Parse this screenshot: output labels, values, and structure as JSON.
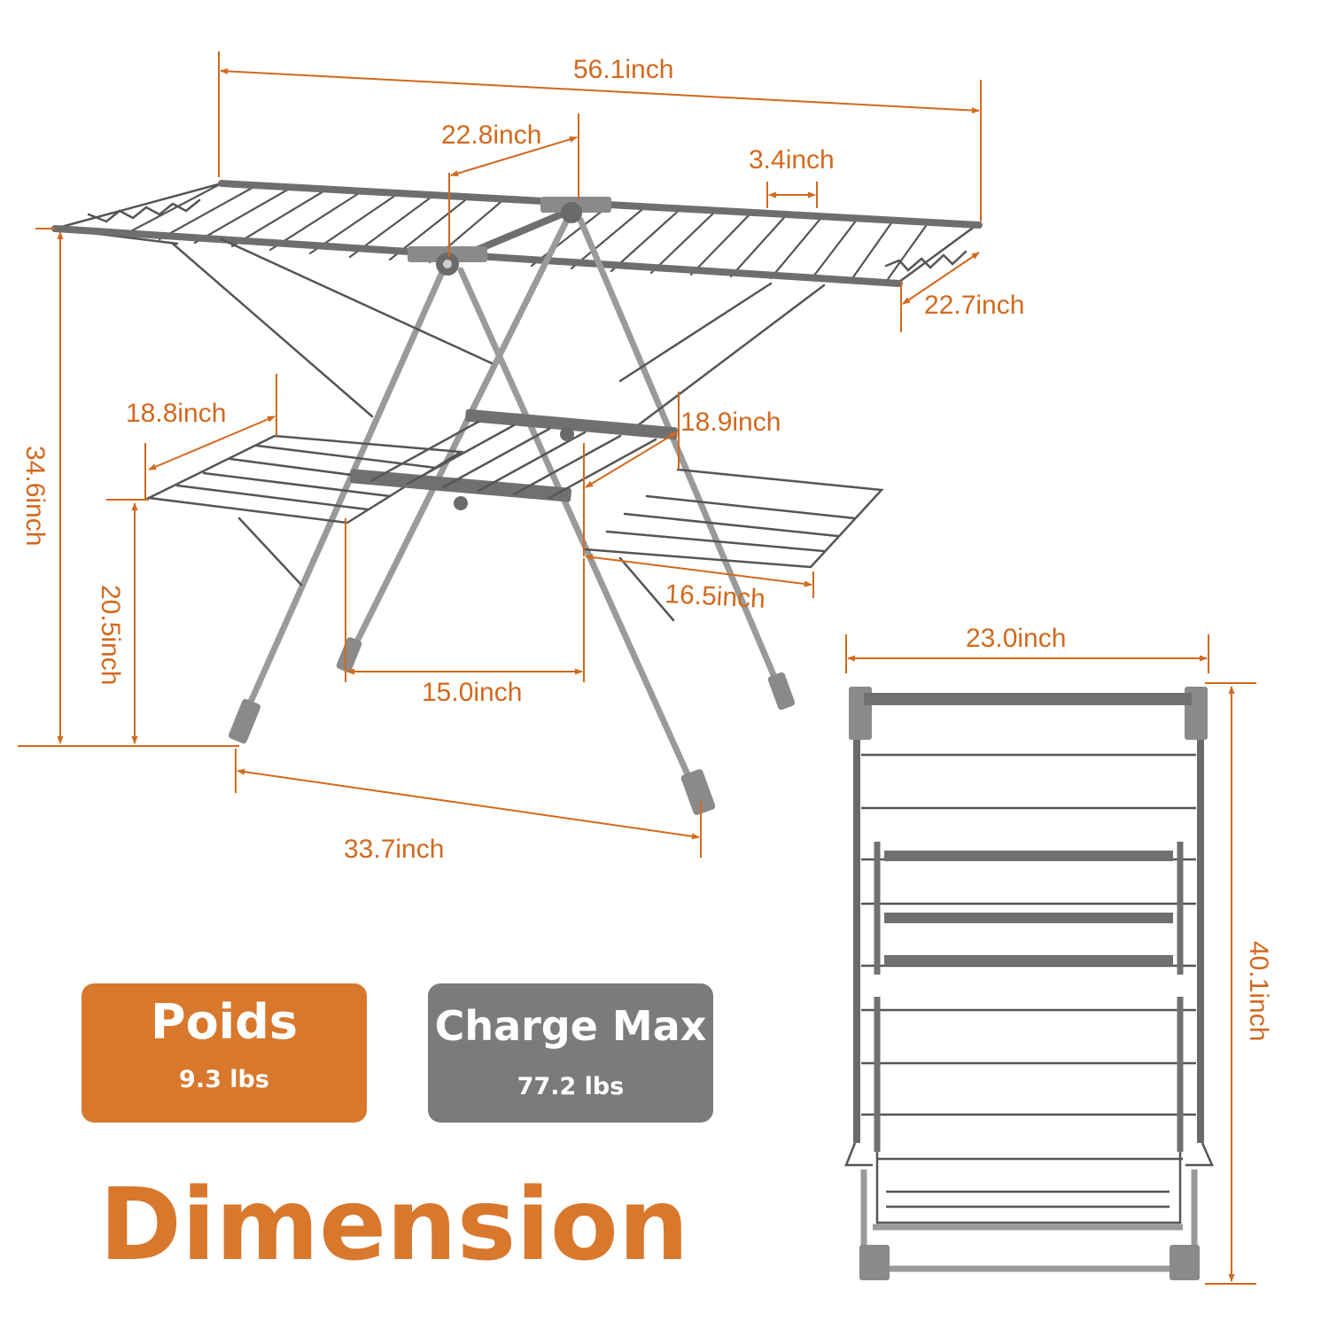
{
  "colors": {
    "accent": "#d8782d",
    "dimension_line": "#d2691e",
    "load_card": "#7b7b7b",
    "frame": "#6e6e6e",
    "leg": "#9a9a9a"
  },
  "dimensions": {
    "total_width": "56.1inch",
    "center_width": "22.8inch",
    "rod_spacing": "3.4inch",
    "top_depth": "22.7inch",
    "total_height": "34.6inch",
    "left_shelf": "18.8inch",
    "right_shelf_depth": "18.9inch",
    "right_shelf": "16.5inch",
    "shelf_height": "20.5inch",
    "inner_width": "15.0inch",
    "base_width": "33.7inch",
    "folded_width": "23.0inch",
    "folded_height": "40.1inch"
  },
  "specs": {
    "weight_label": "Poids",
    "weight_value": "9.3 lbs",
    "load_label": "Charge Max",
    "load_value": "77.2 lbs"
  },
  "heading": "Dimension"
}
